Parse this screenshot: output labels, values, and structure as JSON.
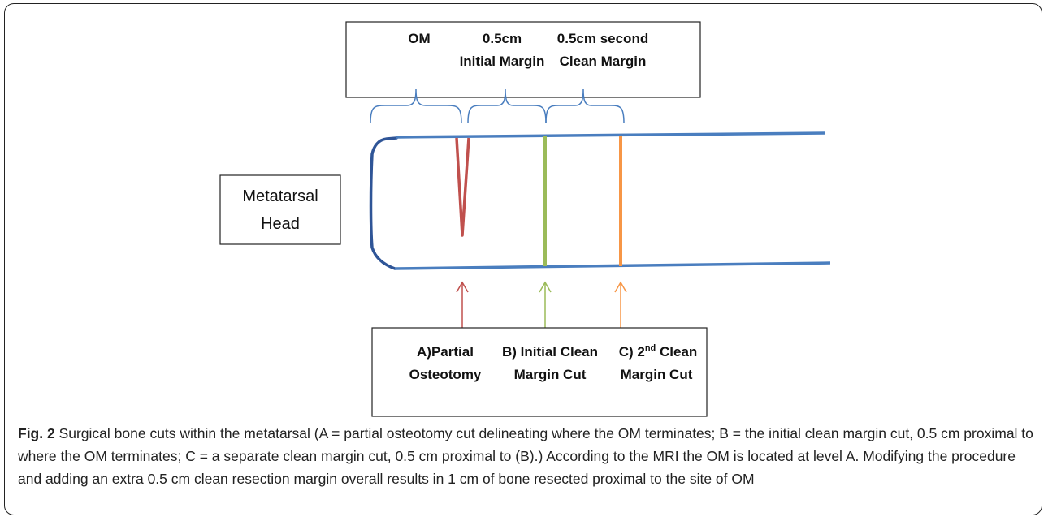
{
  "top_box": {
    "col_om": "OM",
    "col_initial_line1": "0.5cm",
    "col_initial_line2": "Initial Margin",
    "col_second_line1": "0.5cm second",
    "col_second_line2": "Clean Margin"
  },
  "head_box": {
    "line1": "Metatarsal",
    "line2": "Head"
  },
  "bottom_box": {
    "a_line1": "A)Partial",
    "a_line2": "Osteotomy",
    "b_line1": "B) Initial Clean",
    "b_line2": "Margin Cut",
    "c_prefix": "C) 2",
    "c_sup": "nd",
    "c_suffix": " Clean",
    "c_line2": "Margin Cut"
  },
  "caption": {
    "fig_label": "Fig. 2",
    "text": " Surgical bone cuts within the metatarsal (A = partial osteotomy cut delineating where the OM terminates; B = the initial clean margin cut, 0.5 cm proximal to where the OM terminates; C = a separate clean margin cut, 0.5 cm proximal to (B).) According to the MRI the OM is located at level A. Modifying the procedure and adding an extra 0.5 cm clean resection margin overall results in 1 cm of bone resected proximal to the site of OM"
  },
  "colors": {
    "bone": "#4a7ebf",
    "bone_head": "#2f5597",
    "cut_a": "#c0504d",
    "cut_b": "#9bbb59",
    "cut_c": "#f79646",
    "brace": "#4a7ebf"
  }
}
